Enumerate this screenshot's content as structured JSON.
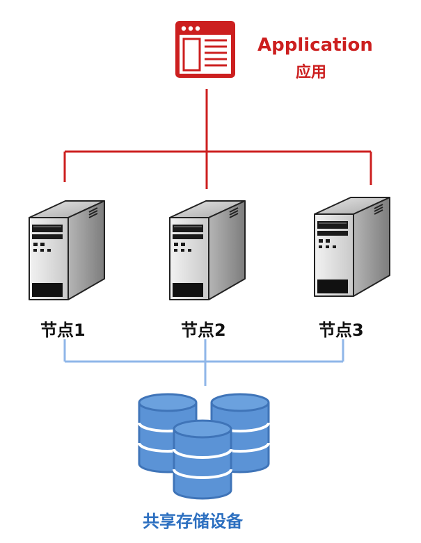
{
  "application": {
    "title": "Application",
    "subtitle": "应用"
  },
  "nodes": [
    {
      "label": "节点1"
    },
    {
      "label": "节点2"
    },
    {
      "label": "节点3"
    }
  ],
  "storage": {
    "label": "共享存储设备"
  },
  "colors": {
    "accent_red": "#cc1f1f",
    "link_blue": "#8fb6e8",
    "storage_fill": "#5b93d6",
    "storage_stroke": "#3f74b8",
    "server_front": "#d9d9d9",
    "server_side": "#9a9a9a",
    "text_blue": "#2c6fc0"
  },
  "icons": {
    "application": "application-window-icon",
    "node": "server-tower-icon",
    "storage": "database-stack-icon"
  }
}
